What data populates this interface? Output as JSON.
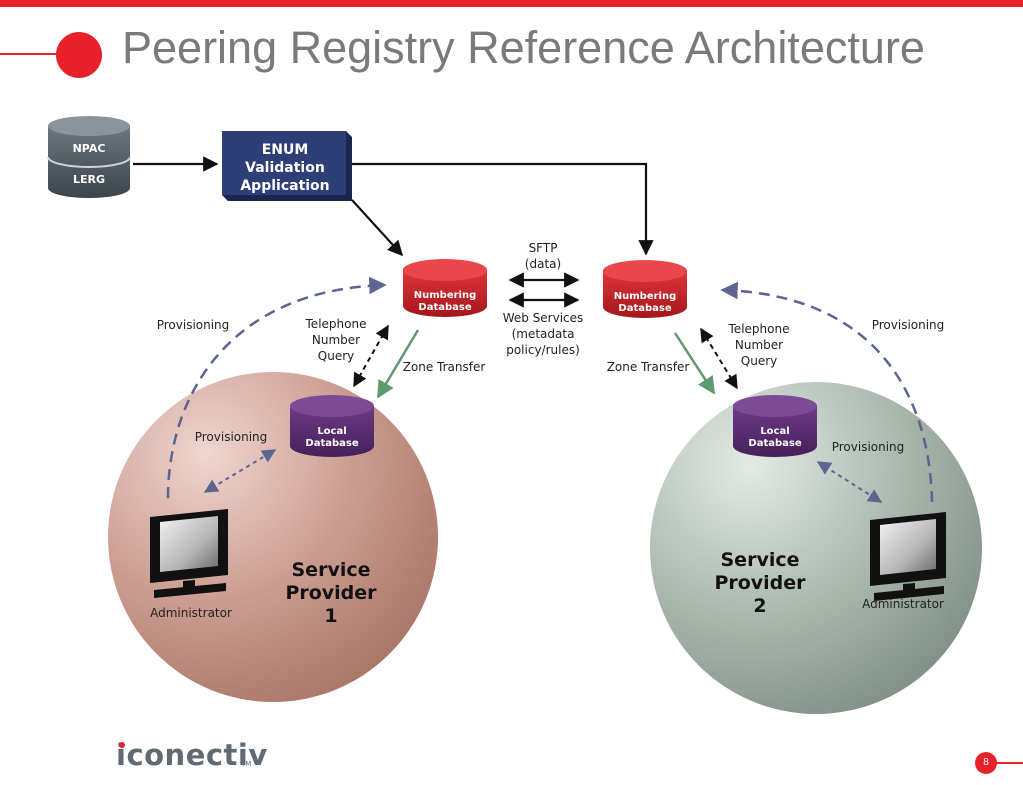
{
  "slide": {
    "title": "Peering Registry Reference Architecture",
    "page_number": "8",
    "logo_text": "iconectiv",
    "logo_tm": "TM"
  },
  "diagram": {
    "sources": {
      "npac": "NPAC",
      "lerg": "LERG"
    },
    "enum_app": {
      "line1": "ENUM",
      "line2": "Validation",
      "line3": "Application"
    },
    "numbering_db": {
      "line1": "Numbering",
      "line2": "Database"
    },
    "local_db": {
      "line1": "Local",
      "line2": "Database"
    },
    "links": {
      "sftp": [
        "SFTP",
        "(data)"
      ],
      "web_services": [
        "Web Services",
        "(metadata",
        "policy/rules)"
      ],
      "zone_transfer": "Zone Transfer",
      "provisioning": "Provisioning",
      "tn_query": [
        "Telephone",
        "Number",
        "Query"
      ]
    },
    "provider1": {
      "line1": "Service",
      "line2": "Provider",
      "line3": "1",
      "admin": "Administrator"
    },
    "provider2": {
      "line1": "Service",
      "line2": "Provider",
      "line3": "2",
      "admin": "Administrator"
    }
  },
  "colors": {
    "accent": "#e8202a",
    "enum_box": "#2e3f78",
    "numbering_db": "#cc1f24",
    "local_db": "#5c2d74",
    "provider1_sphere": "#c99a8e",
    "provider2_sphere": "#a9b7ad",
    "dashed_blue": "#5b6590",
    "zone_arrow": "#5f9a6e"
  }
}
